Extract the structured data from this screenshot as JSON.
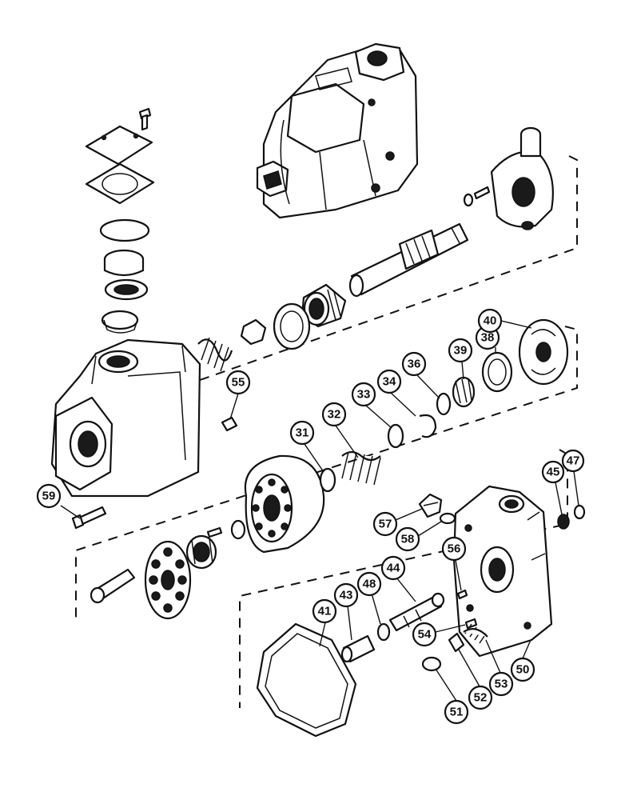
{
  "diagram": {
    "callouts": [
      {
        "id": "59",
        "label": "59"
      },
      {
        "id": "55",
        "label": "55"
      },
      {
        "id": "31",
        "label": "31"
      },
      {
        "id": "32",
        "label": "32"
      },
      {
        "id": "33",
        "label": "33"
      },
      {
        "id": "34",
        "label": "34"
      },
      {
        "id": "36",
        "label": "36"
      },
      {
        "id": "39",
        "label": "39"
      },
      {
        "id": "38",
        "label": "38"
      },
      {
        "id": "40",
        "label": "40"
      },
      {
        "id": "45",
        "label": "45"
      },
      {
        "id": "47",
        "label": "47"
      },
      {
        "id": "57",
        "label": "57"
      },
      {
        "id": "58",
        "label": "58"
      },
      {
        "id": "56",
        "label": "56"
      },
      {
        "id": "44",
        "label": "44"
      },
      {
        "id": "48",
        "label": "48"
      },
      {
        "id": "43",
        "label": "43"
      },
      {
        "id": "41",
        "label": "41"
      },
      {
        "id": "54",
        "label": "54"
      },
      {
        "id": "53",
        "label": "53"
      },
      {
        "id": "52",
        "label": "52"
      },
      {
        "id": "51",
        "label": "51"
      },
      {
        "id": "50",
        "label": "50"
      }
    ]
  }
}
